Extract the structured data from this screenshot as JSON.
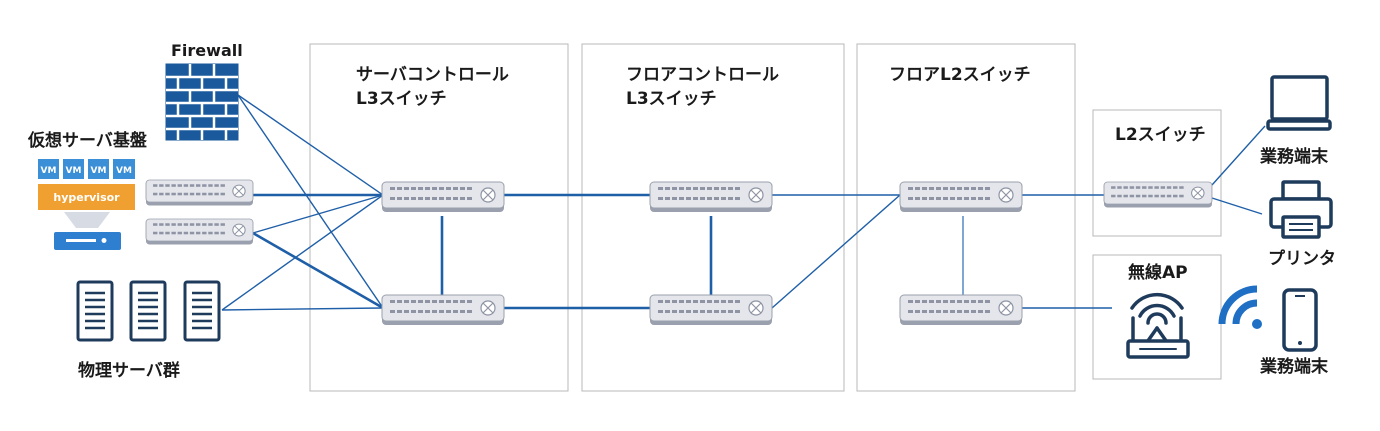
{
  "labels": {
    "firewall": "Firewall",
    "virtual_infra": "仮想サーバ基盤",
    "physical_servers": "物理サーバ群",
    "zone_server_l3_line1": "サーバコントロール",
    "zone_server_l3_line2": "L3スイッチ",
    "zone_floor_l3_line1": "フロアコントロール",
    "zone_floor_l3_line2": "L3スイッチ",
    "zone_floor_l2": "フロアL2スイッチ",
    "zone_l2": "L2スイッチ",
    "zone_wireless": "無線AP",
    "terminal_top": "業務端末",
    "printer": "プリンタ",
    "terminal_bottom": "業務端末"
  },
  "vm_badges": [
    "VM",
    "VM",
    "VM",
    "VM"
  ],
  "hypervisor": "hypervisor",
  "colors": {
    "link": "#1f5fa8",
    "vm_blue": "#3a8fd6",
    "hypervisor_orange": "#f0a030",
    "firewall_blue": "#1a5a9c",
    "device_navy": "#1f3b5c",
    "switch_gray": "#a4a9b6",
    "zone_border": "#b8b8b8"
  }
}
